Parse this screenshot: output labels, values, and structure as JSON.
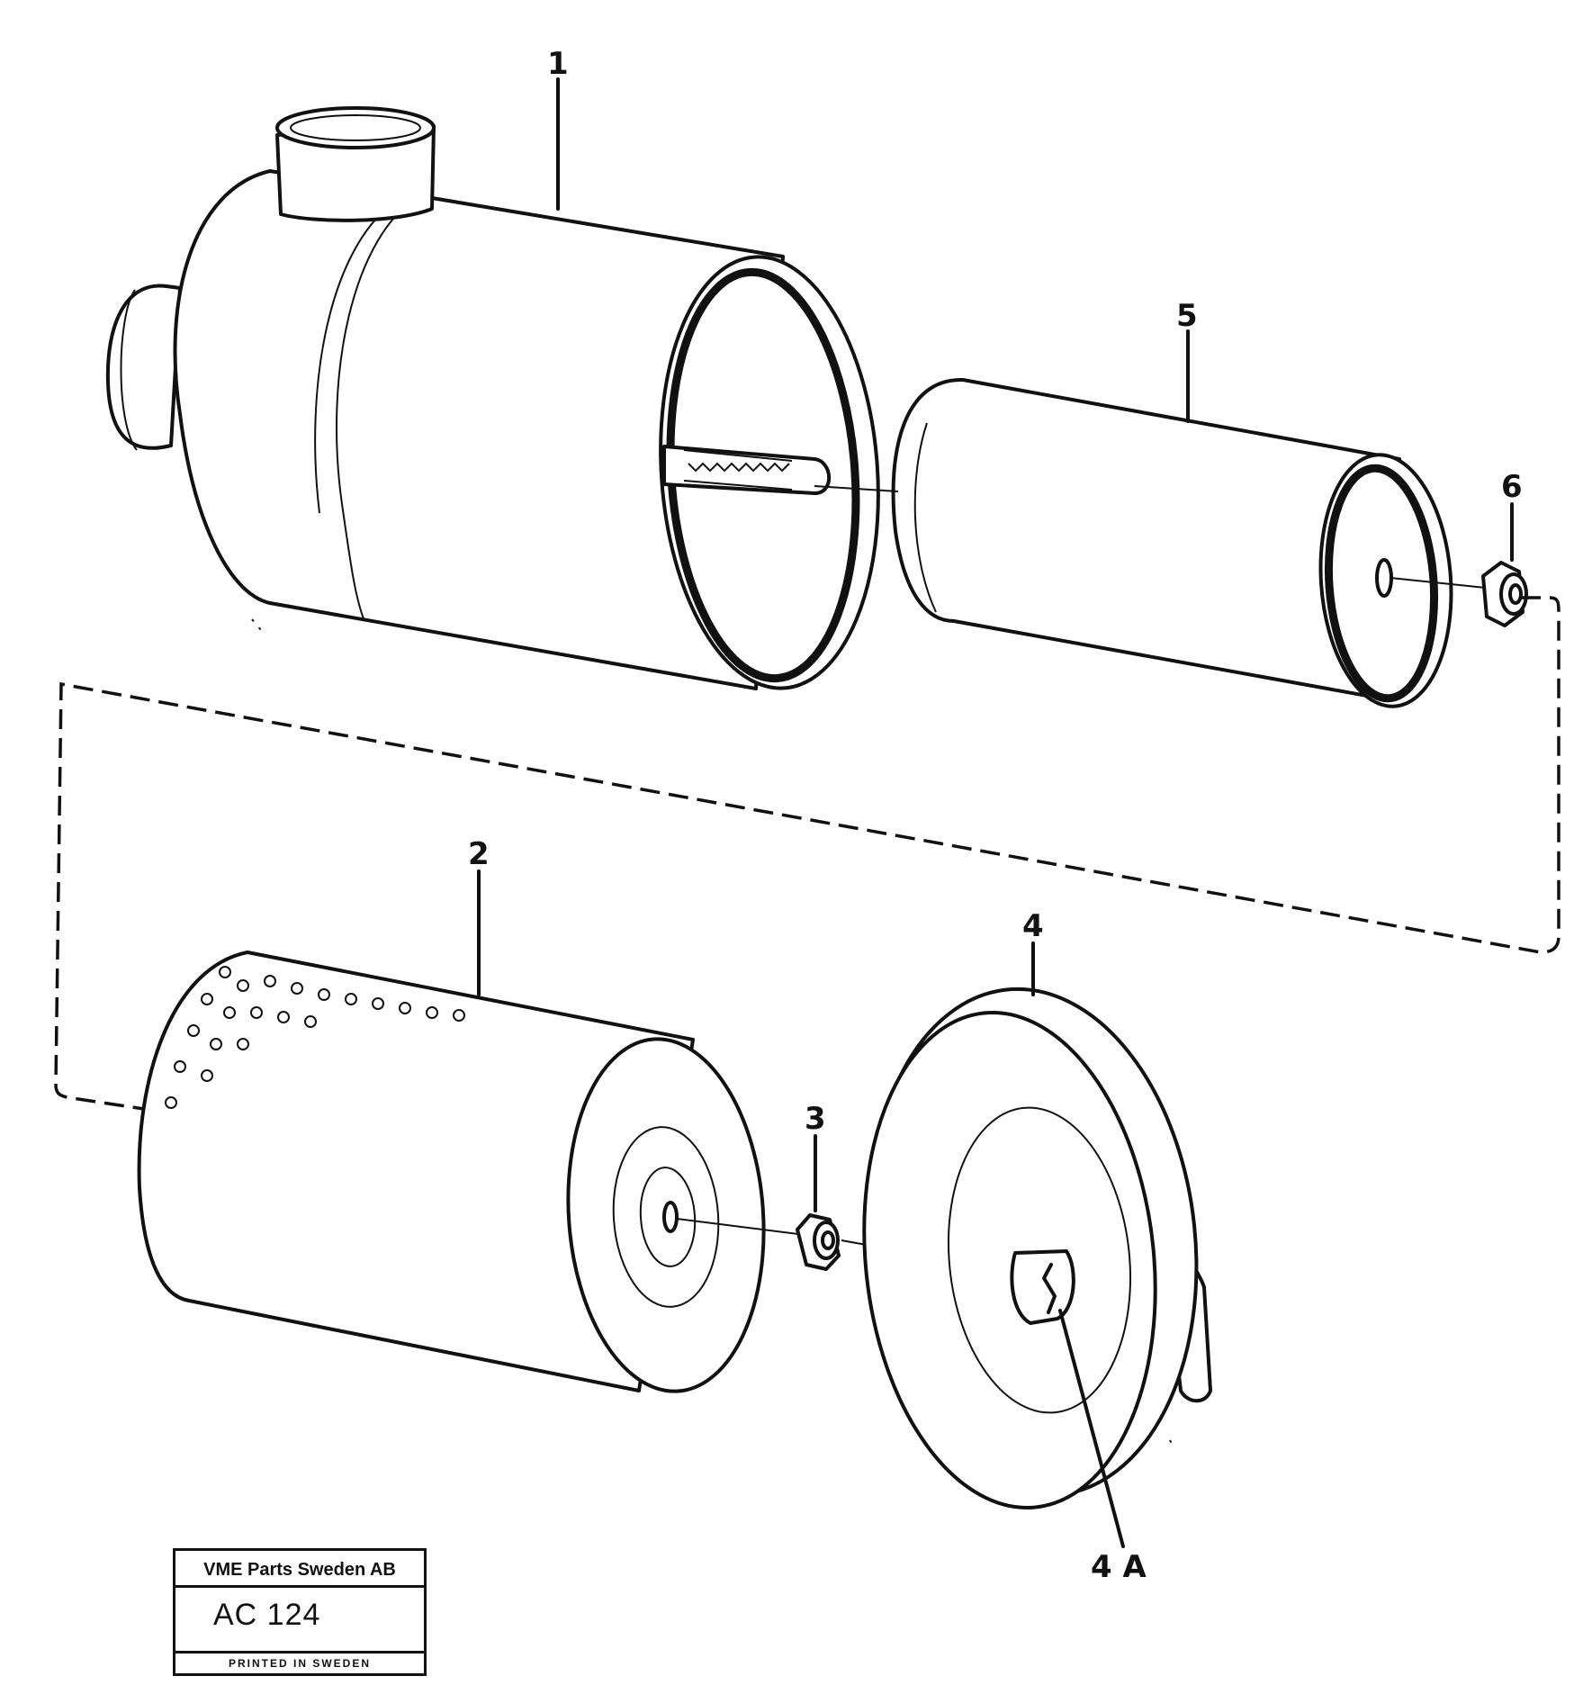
{
  "callouts": {
    "c1": "1",
    "c2": "2",
    "c3": "3",
    "c4": "4",
    "c4a": "4 A",
    "c5": "5",
    "c6": "6"
  },
  "stamp": {
    "company": "VME Parts Sweden AB",
    "code": "AC 124",
    "printed": "PRINTED IN SWEDEN"
  }
}
